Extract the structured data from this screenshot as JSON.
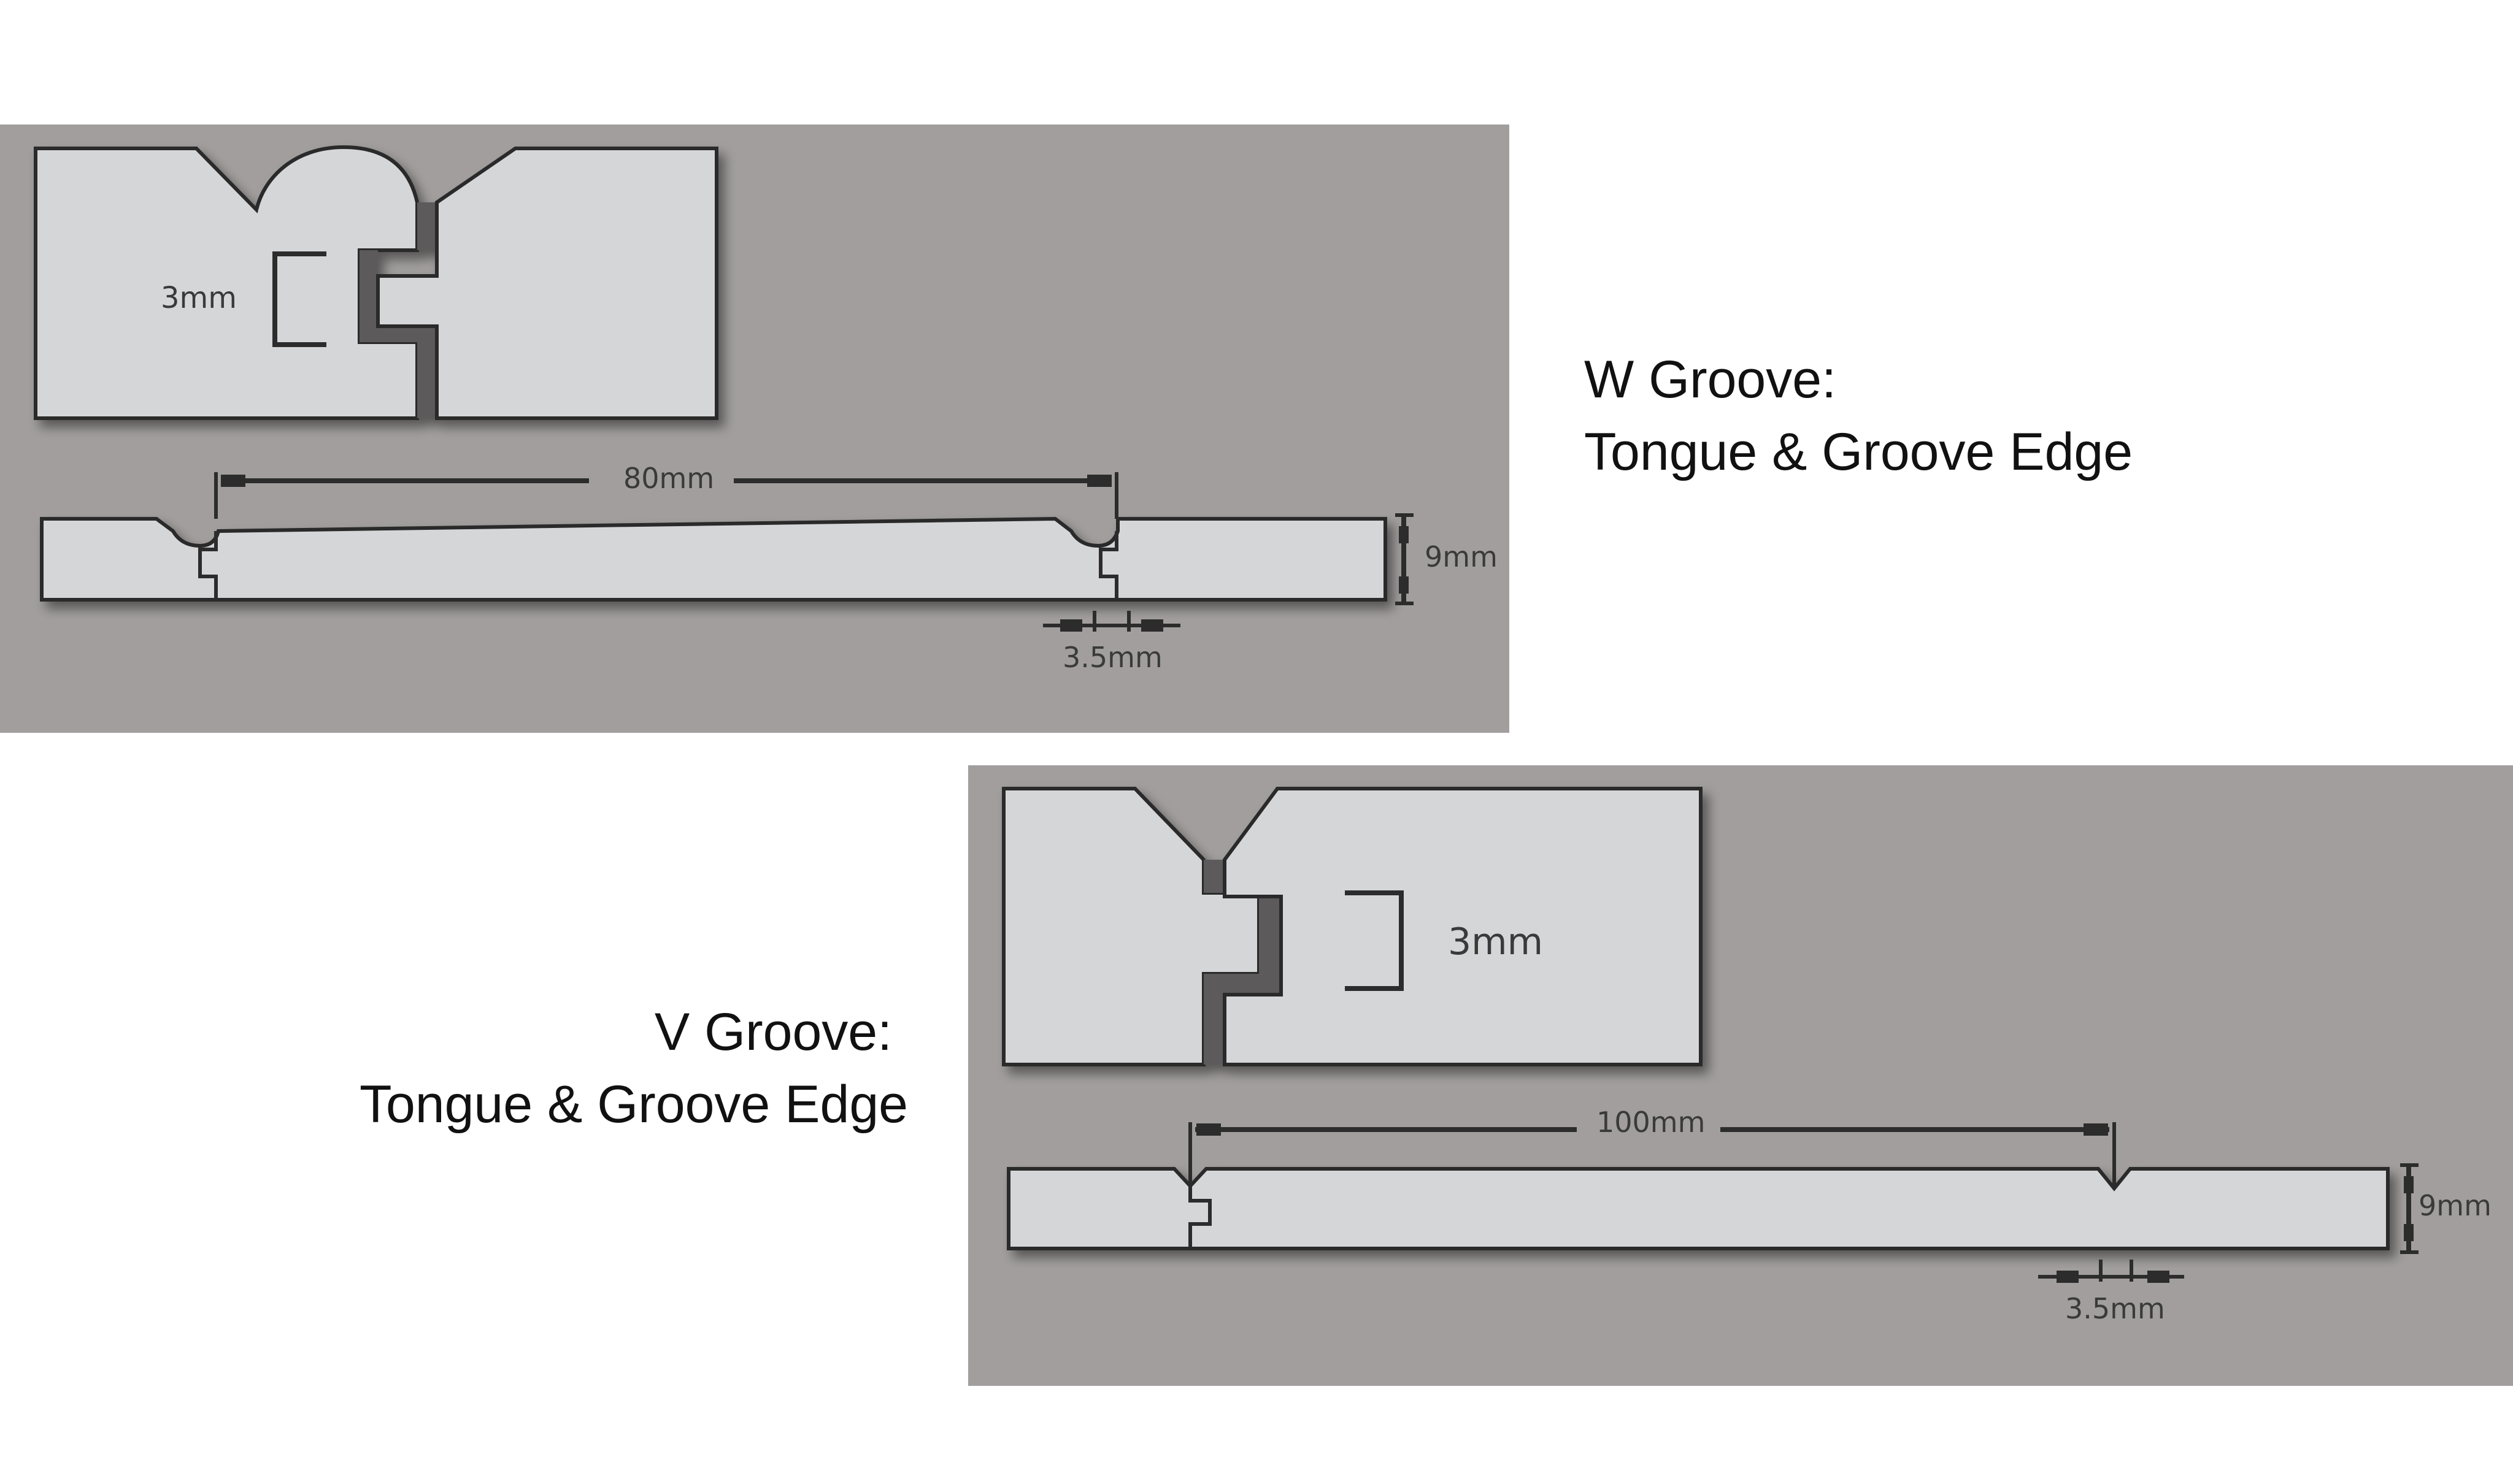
{
  "w_groove": {
    "caption_line1": "W Groove:",
    "caption_line2": "Tongue & Groove Edge",
    "joint_depth_label": "3mm",
    "spacing_label": "80mm",
    "thickness_label": "9mm",
    "groove_width_label": "3.5mm"
  },
  "v_groove": {
    "caption_line1": "V Groove:",
    "caption_line2": "Tongue & Groove Edge",
    "joint_depth_label": "3mm",
    "spacing_label": "100mm",
    "thickness_label": "9mm",
    "groove_width_label": "3.5mm"
  },
  "colors": {
    "panel_background": "#a29e9e",
    "board_fill": "#d5d6d8",
    "outline": "#2c2c2c",
    "joint_gap": "#5b5a5a",
    "caption_text": "#111111"
  }
}
